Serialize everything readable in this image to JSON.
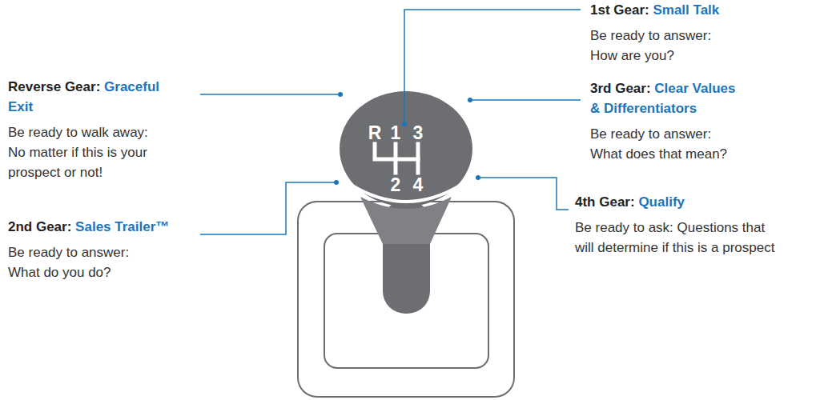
{
  "diagram": {
    "labels": [
      "1st Gear:",
      "Small Talk",
      "Be ready to answer:",
      "How are you?",
      "Reverse Gear:",
      "Graceful Exit",
      "Be ready to walk away:",
      "No matter if this is your prospect or not!",
      "R",
      "1",
      "3",
      "3rd Gear:",
      "Clear Values & Differentiators",
      "Be ready to answer:",
      "What does that mean?",
      "2",
      "4",
      "2nd Gear:",
      "Sales Trailer™",
      "Be ready to answer:",
      "What do you do?",
      "4th Gear:",
      "Qualify",
      "Be ready to ask: Questions that will determine if this is a prospect"
    ]
  }
}
